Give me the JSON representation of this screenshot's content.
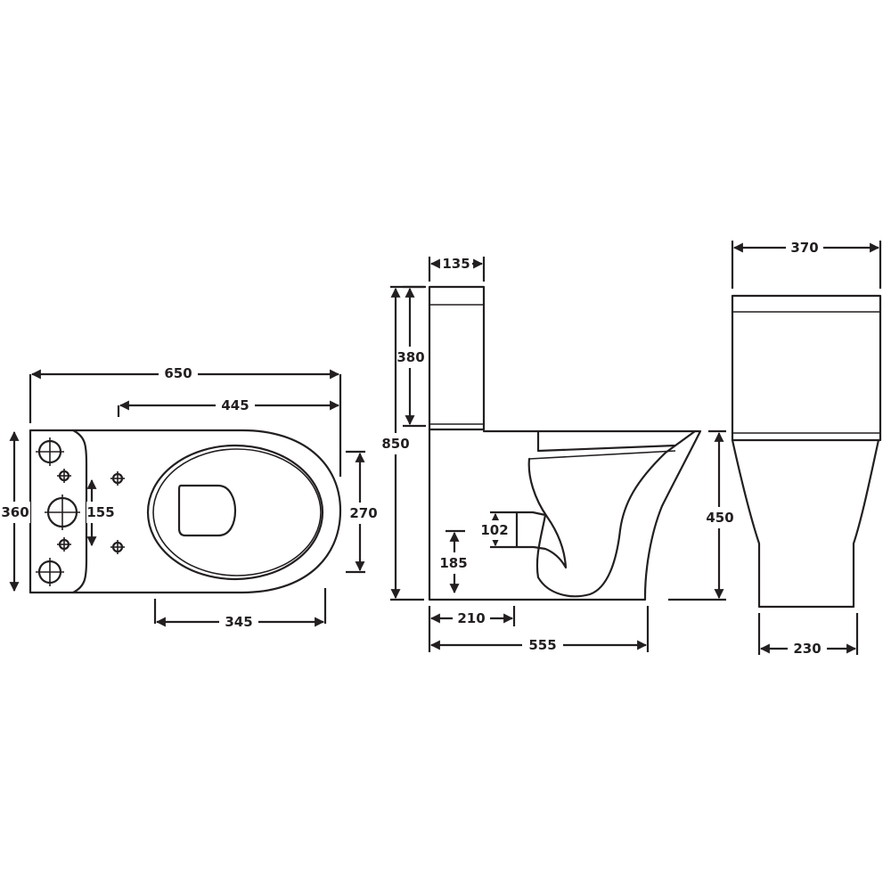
{
  "views": {
    "top_view": {
      "dimensions": {
        "overall_length": "650",
        "bowl_length": "445",
        "width": "360",
        "fixing_spacing": "155",
        "seat_width": "270",
        "pan_length": "345"
      }
    },
    "side_view": {
      "dimensions": {
        "cistern_depth": "135",
        "cistern_height": "380",
        "overall_height": "850",
        "outlet_height": "102",
        "outlet_to_floor": "185",
        "outlet_setback": "210",
        "projection": "555"
      }
    },
    "front_view": {
      "dimensions": {
        "cistern_width": "370",
        "seat_height": "450",
        "base_width": "230"
      }
    }
  },
  "colors": {
    "line": "#231f20",
    "background": "#ffffff"
  }
}
